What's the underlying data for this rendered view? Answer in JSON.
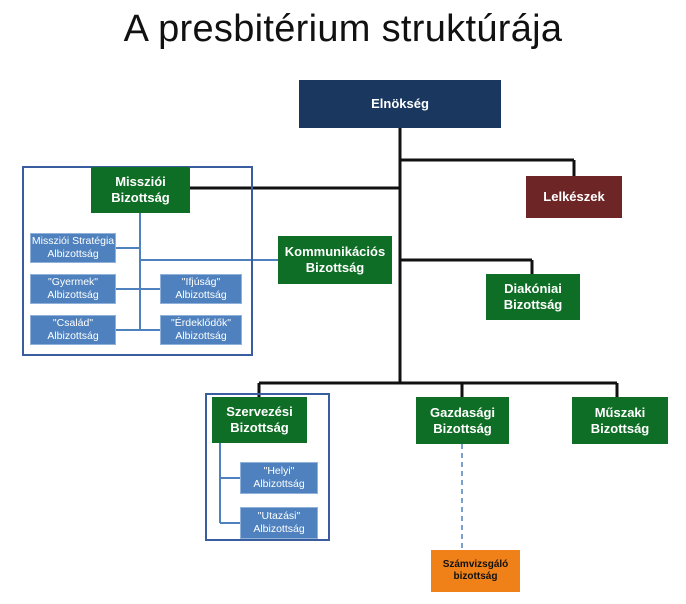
{
  "title": "A presbitérium struktúrája",
  "nodes": {
    "elnokseg": "Elnökség",
    "lelkeszek": "Lelkészek",
    "missioi": "Missziói Bizottság",
    "kommunikacios": "Kommunikációs Bizottság",
    "diakoniai": "Diakóniai Bizottság",
    "missioi_strategia": "Missziói Stratégia Albizottság",
    "gyermek": "\"Gyermek\" Albizottság",
    "ifjusag": "\"Ifjúság\" Albizottság",
    "csalad": "\"Család\" Albizottság",
    "erdeklodok": "\"Érdeklődők\" Albizottság",
    "szervezesi": "Szervezési Bizottság",
    "gazdasagi": "Gazdasági Bizottság",
    "muszaki": "Műszaki Bizottság",
    "helyi": "\"Helyi\" Albizottság",
    "utazasi": "\"Utazási\" Albizottság",
    "szamvizsgalo": "Számvizsgáló bizottság"
  },
  "colors": {
    "executive": "#1a375f",
    "committee": "#0f6e25",
    "clergy": "#6e2525",
    "subcommittee": "#4e81bd",
    "audit": "#f08119",
    "frame": "#3a5da0"
  }
}
